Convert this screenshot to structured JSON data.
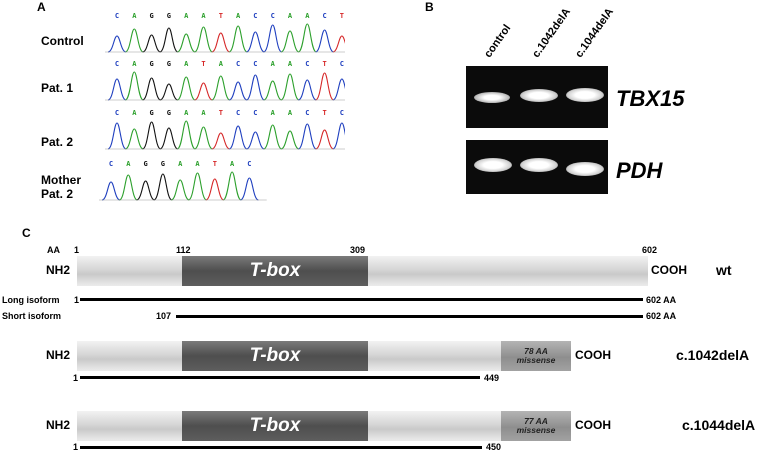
{
  "panel_a": {
    "letter": "A",
    "rows": [
      {
        "label_lines": [
          "Control"
        ],
        "bases": "CAGGAATACCAACT"
      },
      {
        "label_lines": [
          "Pat. 1"
        ],
        "bases": "CAGGATACCAACTC"
      },
      {
        "label_lines": [
          "Pat. 2"
        ],
        "bases": "CAGGAATCCAACTC"
      },
      {
        "label_lines": [
          "Mother",
          "Pat. 2"
        ],
        "bases": "CAGGAATAC"
      }
    ],
    "base_colors": {
      "A": "#2ca02c",
      "C": "#1f3fbf",
      "G": "#111111",
      "T": "#d62728"
    }
  },
  "panel_b": {
    "letter": "B",
    "lanes": [
      "control",
      "c.1042delA",
      "c.1044delA"
    ],
    "genes": [
      "TBX15",
      "PDH"
    ]
  },
  "panel_c": {
    "letter": "C",
    "aa_label": "AA",
    "positions": [
      "1",
      "112",
      "309",
      "602"
    ],
    "nh2": "NH2",
    "cooh": "COOH",
    "tbox": "T-box",
    "wt_label": "wt",
    "long_isoform": {
      "label": "Long isoform",
      "start": "1",
      "end": "602 AA"
    },
    "short_isoform": {
      "label": "Short isoform",
      "start": "107",
      "end": "602 AA"
    },
    "mutants": [
      {
        "name": "c.1042delA",
        "missense_line1": "78 AA",
        "missense_line2": "missense",
        "start": "1",
        "end": "449"
      },
      {
        "name": "c.1044delA",
        "missense_line1": "77 AA",
        "missense_line2": "missense",
        "start": "1",
        "end": "450"
      }
    ]
  }
}
